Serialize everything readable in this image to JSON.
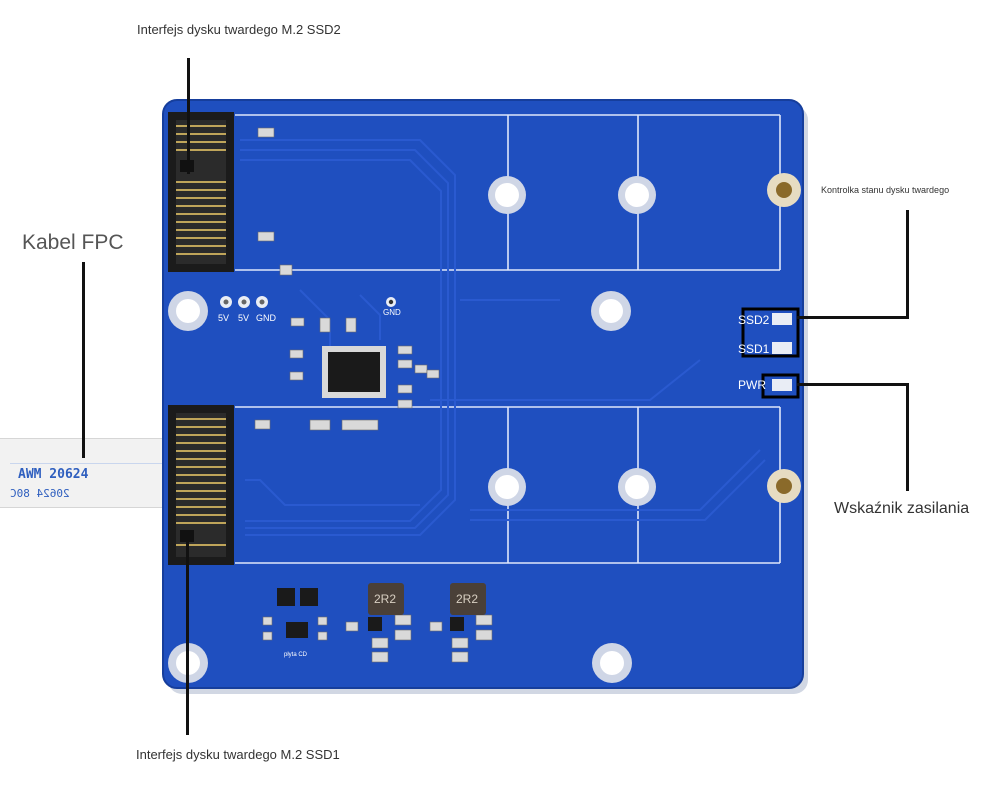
{
  "callouts": {
    "ssd2_interface": "Interfejs dysku twardego M.2 SSD2",
    "fpc_cable": "Kabel FPC",
    "disk_status_led": "Kontrolka stanu dysku twardego",
    "power_indicator": "Wskaźnik zasilania",
    "ssd1_interface": "Interfejs dysku twardego M.2 SSD1"
  },
  "board_silkscreen": {
    "header_pin_1": "5V",
    "header_pin_2": "5V",
    "header_pin_3": "GND",
    "gnd_test_point": "GND",
    "led_ssd2": "SSD2",
    "led_ssd1": "SSD1",
    "led_pwr": "PWR",
    "inductor_left": "2R2",
    "inductor_right": "2R2",
    "small_label": "płyta CD"
  },
  "fpc_cable_print": {
    "line_1": "AWM 20624",
    "line_2": "20624 80C"
  },
  "colors": {
    "board_blue": "#1f4fbf",
    "board_edge": "#163e9c",
    "trace_blue": "#2a5ad0",
    "connector_black": "#1b1b1b",
    "fpc_white": "#f2f2f2",
    "fpc_print_blue": "#2f5fbf",
    "leader_black": "#111111",
    "led_box_black": "#000000"
  }
}
